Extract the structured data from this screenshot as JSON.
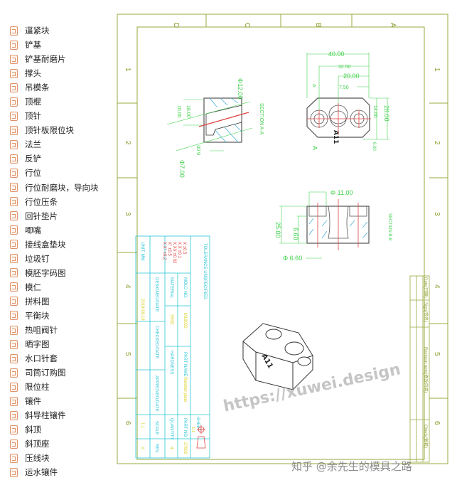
{
  "file_list": [
    "逼紧块",
    "铲基",
    "铲基耐磨片",
    "撑头",
    "吊模条",
    "顶棍",
    "顶针",
    "顶针板限位块",
    "法兰",
    "反铲",
    "行位",
    "行位耐磨块，导向块",
    "行位压条",
    "回针垫片",
    "唧嘴",
    "接线盒垫块",
    "垃圾钉",
    "模胚字码图",
    "模仁",
    "拼料图",
    "平衡块",
    "热咀阀针",
    "晒字图",
    "水口针套",
    "司筒订购图",
    "限位柱",
    "镶件",
    "斜导柱镶件",
    "斜顶",
    "斜顶座",
    "压线块",
    "运水镶件"
  ],
  "file_icon": "document-icon",
  "drawing": {
    "zone_letters": [
      "D",
      "C",
      "B",
      "A"
    ],
    "zone_numbers": [
      "1",
      "2",
      "3",
      "4",
      "5",
      "6"
    ],
    "section_view": {
      "dims": [
        "Φ12.00",
        "18.00",
        "10.00",
        "6.00",
        "Φ7.00"
      ],
      "label": "SECTION A-A"
    },
    "top_view": {
      "dims": [
        "40.00",
        "32.50",
        "20.00",
        "7.50",
        "14.00",
        "28.00",
        "6.00"
      ],
      "marking": "A11",
      "section_marks": [
        "A",
        "A"
      ]
    },
    "front_section": {
      "dims": [
        "Φ 11.00",
        "25.00",
        "6.60",
        "Φ 6.60"
      ],
      "label": "SECTION B-B"
    },
    "title_block": {
      "tolerance_header": "TOLERANCE UNSPECIFIED",
      "tolerances": [
        "X ±0.5",
        "X.X ±0.1",
        "X.XX ±0.02",
        "X° ±0.5",
        "X.X° ±0.2"
      ],
      "unit_label": "UNIT: MM",
      "mold_no_label": "MOLD NO.",
      "mold_no": "M19022",
      "material_label": "MATERIAL",
      "material": "S50C",
      "designed_label": "DESIGNED/DATE",
      "designed_value": "2019-09-18",
      "checked_label": "CHECKED/DATE",
      "approved_label": "APPROVED/DATE",
      "part_name_label": "PART NAME",
      "part_name": "Ratchet plate",
      "hardness_label": "HARDNESS",
      "part_no_label": "PART NO.",
      "part_no": "27902",
      "quantity_label": "QUANTITY",
      "quantity": "4",
      "sheet_label": "SHEET",
      "sheet": "1/1",
      "scale_label": "SCALE",
      "scale": "1:1",
      "rev_label": "REV.",
      "rev": "A"
    },
    "revision_block": [
      "Date(日期)",
      "Sign(签名)",
      "Revision note(修改内容)",
      "Check(复核)"
    ],
    "iso_marking": "A11"
  },
  "watermark": {
    "url": "https://xuwei.design",
    "zhihu": "知乎 @余先生的模具之路"
  },
  "colors": {
    "frame": "#8a9a2a",
    "dimension": "#3fd04a",
    "titleblock": "#27c6d8",
    "centerline": "#e04040",
    "hatch": "#27a8d8"
  }
}
